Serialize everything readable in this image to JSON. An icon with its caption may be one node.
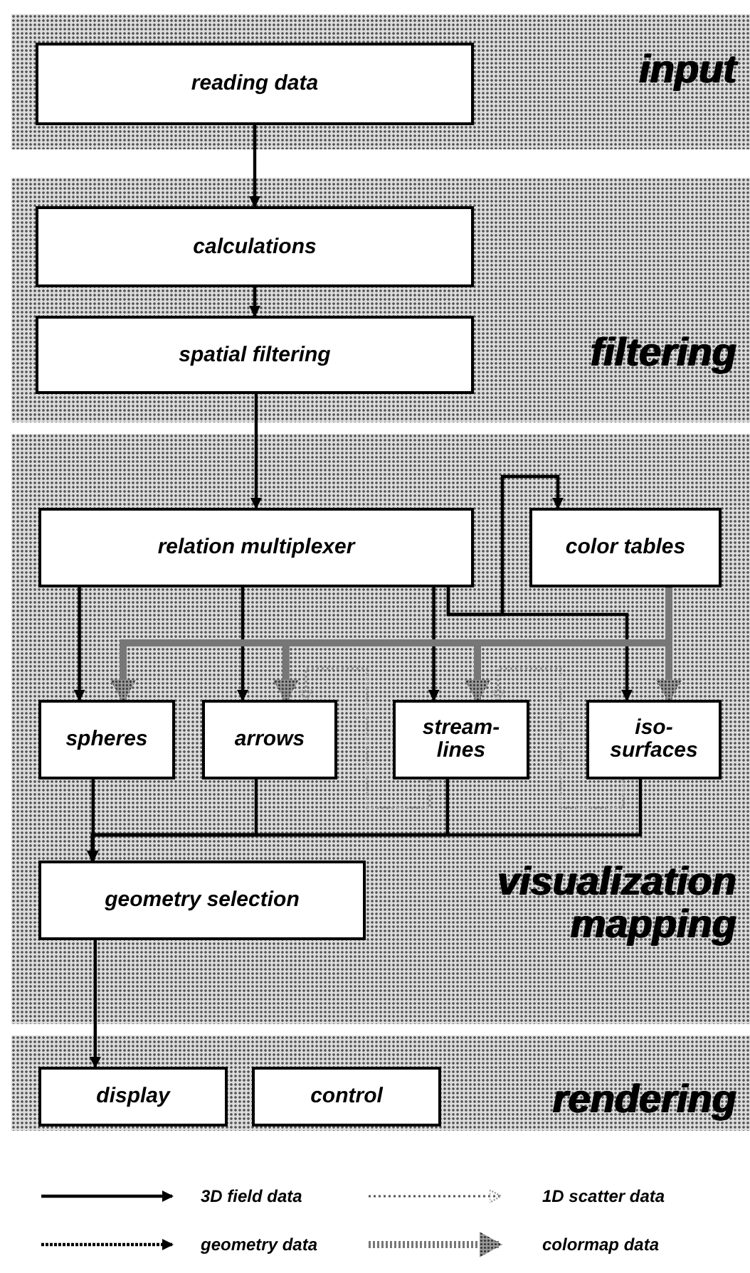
{
  "diagram": {
    "nodes": [
      {
        "text": [
          "input"
        ]
      },
      {
        "text": [
          "reading data"
        ],
        "in": 0
      },
      {
        "text": [
          "filtering"
        ]
      },
      {
        "text": [
          "calculations"
        ],
        "in": 2
      },
      {
        "text": [
          "spatial filtering"
        ],
        "in": 2
      },
      {
        "text": [
          "visualization mapping"
        ]
      },
      {
        "text": [
          "relation multiplexer"
        ],
        "in": 5
      },
      {
        "text": [
          "color tables"
        ],
        "in": 5
      },
      {
        "text": [
          "spheres"
        ],
        "in": 5
      },
      {
        "text": [
          "arrows"
        ],
        "in": 5
      },
      {
        "text": [
          "stream-lines"
        ],
        "in": 5
      },
      {
        "text": [
          "iso-surfaces"
        ],
        "in": 5
      },
      {
        "text": [
          "geometry selection"
        ],
        "in": 5
      },
      {
        "text": [
          "rendering"
        ]
      },
      {
        "text": [
          "display"
        ],
        "in": 13
      },
      {
        "text": [
          "control"
        ],
        "in": 13
      }
    ],
    "edges": [
      {
        "from": 1,
        "to": 3,
        "arrow": "to"
      },
      {
        "from": 3,
        "to": 4,
        "arrow": "to"
      },
      {
        "from": 4,
        "to": 6,
        "arrow": "to"
      },
      {
        "from": 6,
        "to": 8,
        "arrow": "to"
      },
      {
        "from": 6,
        "to": 9,
        "arrow": "to"
      },
      {
        "from": 6,
        "to": 10,
        "arrow": "to"
      },
      {
        "from": 6,
        "to": 11,
        "arrow": "to"
      },
      {
        "from": 6,
        "to": 7,
        "arrow": "to"
      },
      {
        "from": 7,
        "to": 8,
        "arrow": "to",
        "style": "thick",
        "color": "#777777"
      },
      {
        "from": 7,
        "to": 9,
        "arrow": "to",
        "style": "thick",
        "color": "#777777"
      },
      {
        "from": 7,
        "to": 10,
        "arrow": "to",
        "style": "thick",
        "color": "#777777"
      },
      {
        "from": 7,
        "to": 11,
        "arrow": "to",
        "style": "thick",
        "color": "#777777"
      },
      {
        "from": 8,
        "to": 12,
        "arrow": "to"
      },
      {
        "from": 9,
        "to": 12,
        "arrow": "to"
      },
      {
        "from": 10,
        "to": 12,
        "arrow": "to"
      },
      {
        "from": 11,
        "to": 12,
        "arrow": "to"
      },
      {
        "from": 10,
        "to": 9,
        "arrow": "to",
        "style": "dashed",
        "color": "#999999"
      },
      {
        "from": 11,
        "to": 10,
        "arrow": "to",
        "style": "dashed",
        "color": "#999999"
      },
      {
        "from": 12,
        "to": 14,
        "arrow": "to"
      }
    ],
    "legend": [
      {
        "text": "3D field data"
      },
      {
        "text": "1D scatter data"
      },
      {
        "text": "geometry data"
      },
      {
        "text": "colormap data"
      }
    ]
  }
}
